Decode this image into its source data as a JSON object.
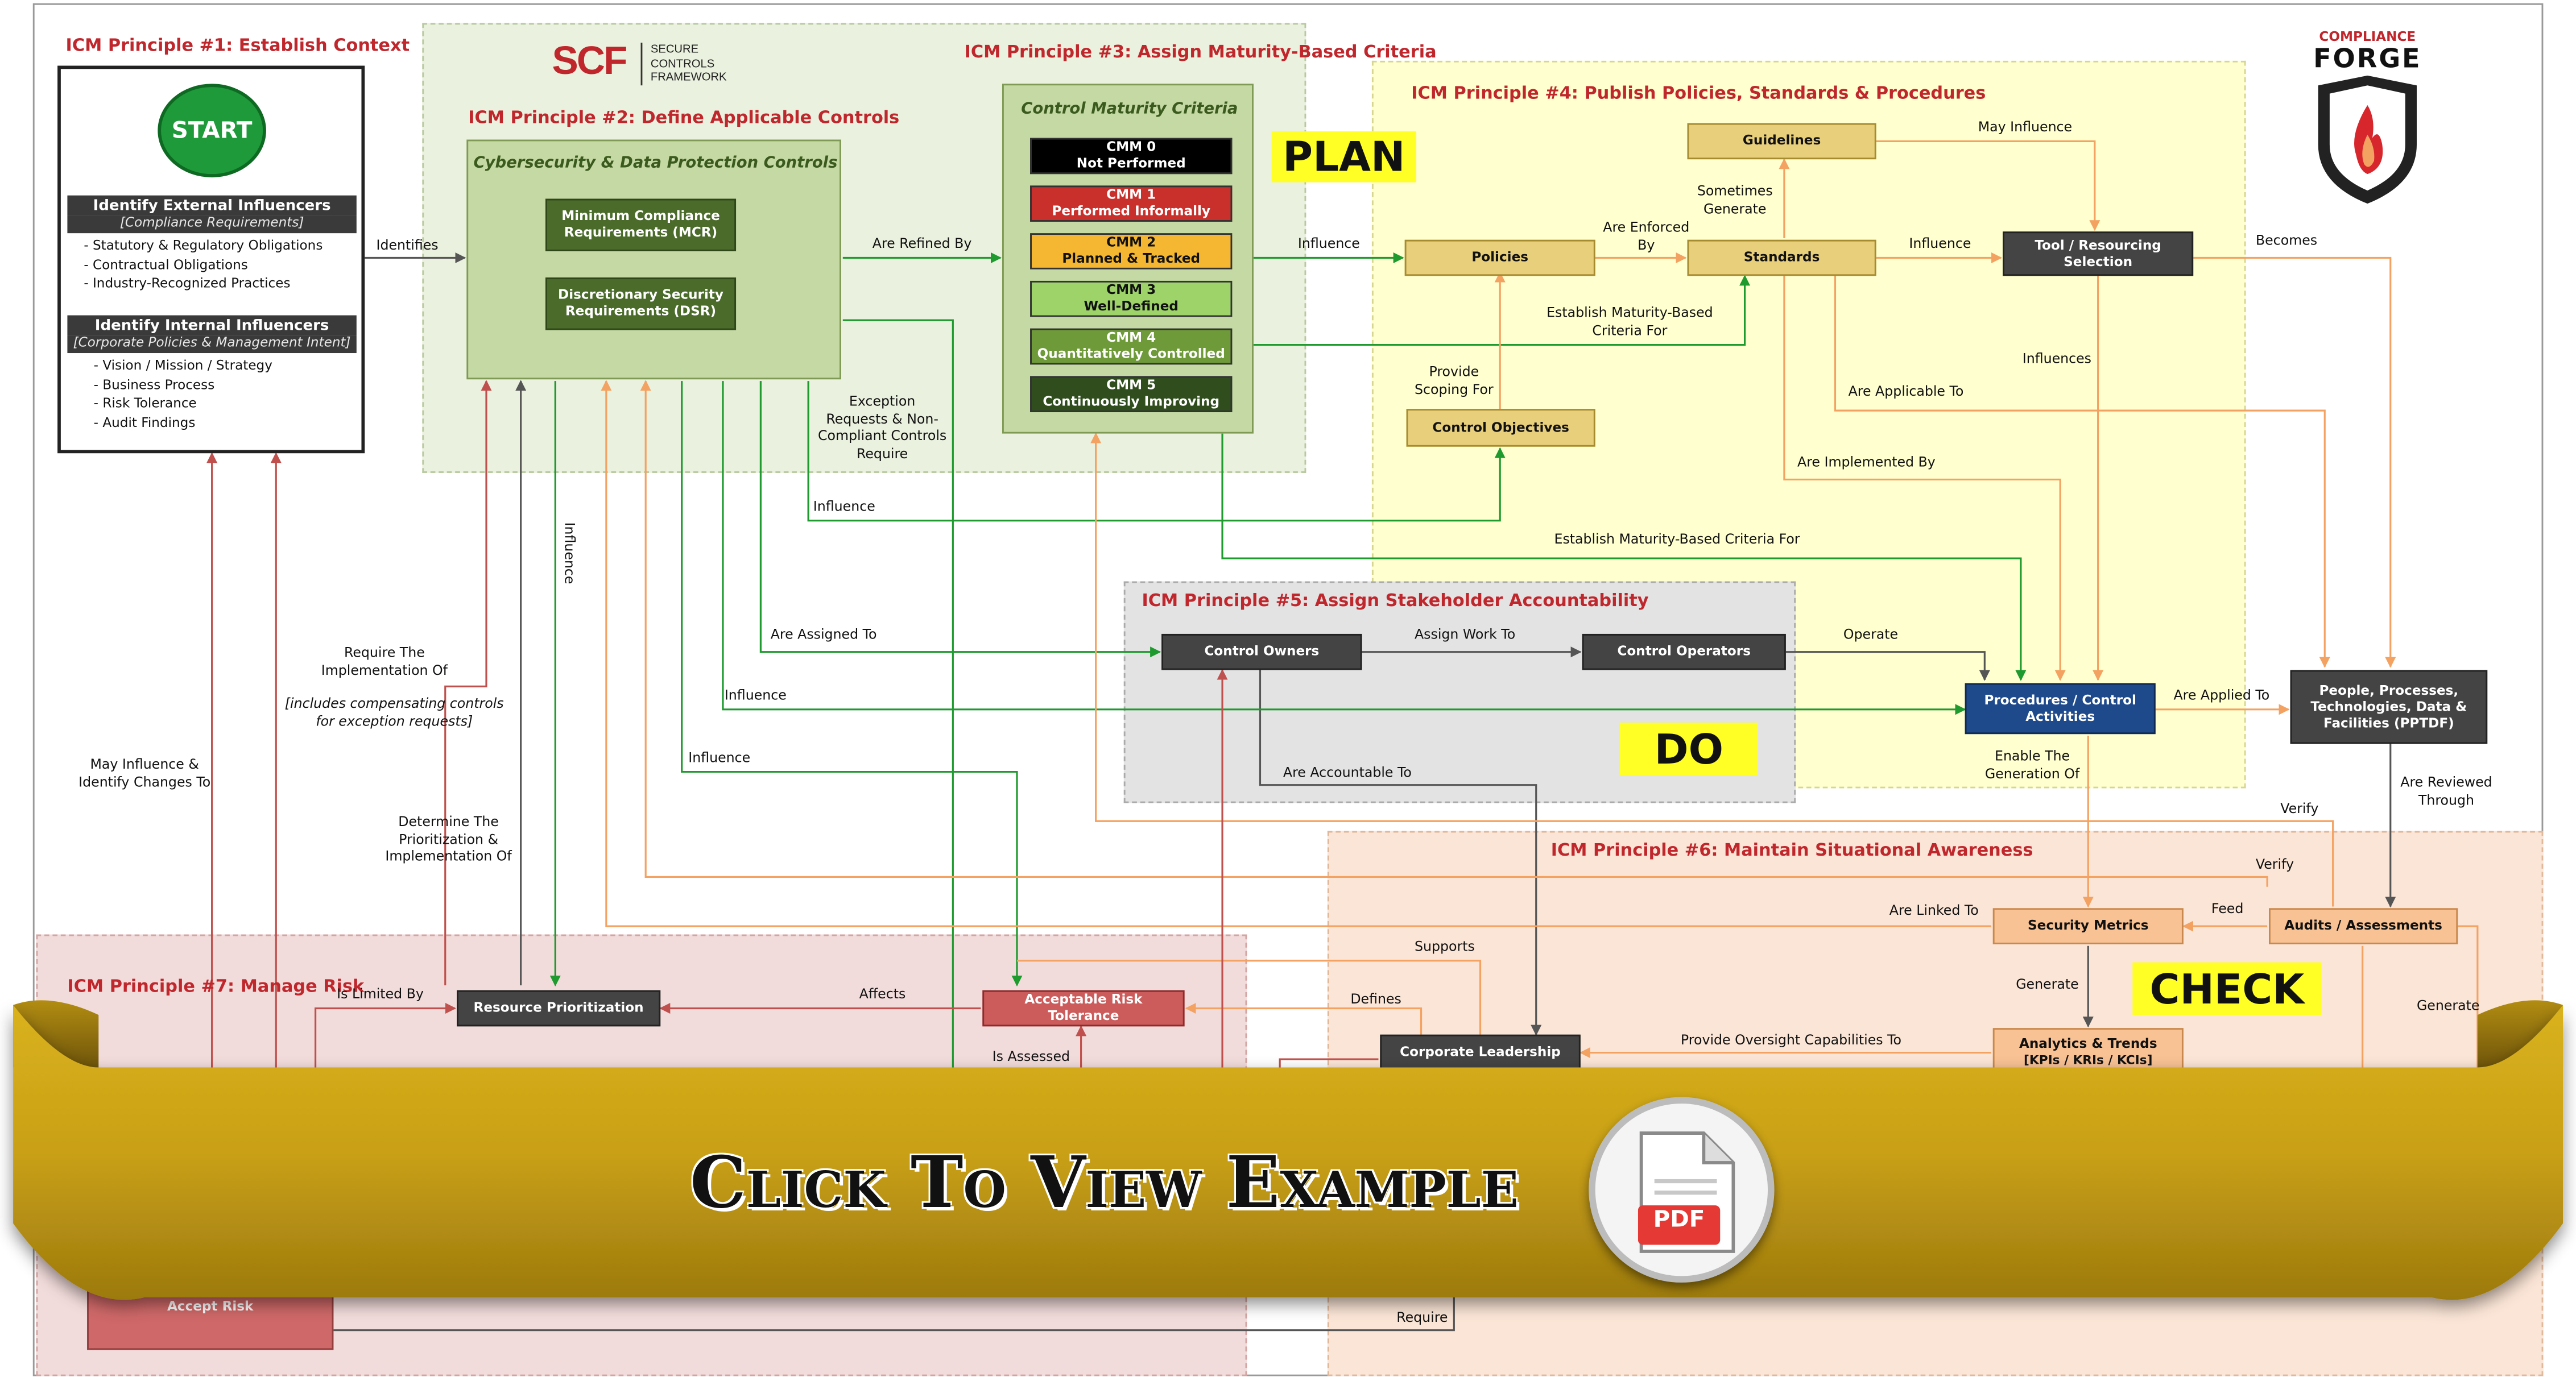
{
  "principles": {
    "p1": "ICM Principle #1: Establish Context",
    "p2": "ICM Principle #2: Define Applicable Controls",
    "p3": "ICM Principle #3: Assign Maturity-Based Criteria",
    "p4": "ICM Principle #4: Publish Policies, Standards & Procedures",
    "p5": "ICM Principle #5: Assign Stakeholder Accountability",
    "p6": "ICM Principle #6: Maintain Situational Awareness",
    "p7": "ICM Principle #7: Manage Risk"
  },
  "context_box": {
    "start": "START",
    "external_header": "Identify External Influencers",
    "external_sub": "[Compliance Requirements]",
    "external_items": [
      "- Statutory & Regulatory Obligations",
      "- Contractual Obligations",
      "- Industry-Recognized Practices"
    ],
    "internal_header": "Identify Internal Influencers",
    "internal_sub": "[Corporate Policies & Management Intent]",
    "internal_items": [
      "- Vision / Mission / Strategy",
      "- Business Process",
      "- Risk Tolerance",
      "- Audit Findings"
    ]
  },
  "scf_logo": {
    "mark": "SCF",
    "line1": "SECURE",
    "line2": "CONTROLS",
    "line3": "FRAMEWORK"
  },
  "brand_logo": {
    "line1": "COMPLIANCE",
    "line2": "FORGE"
  },
  "controls_box": {
    "title": "Cybersecurity & Data Protection Controls",
    "mcr": "Minimum Compliance Requirements (MCR)",
    "dsr": "Discretionary Security Requirements (DSR)"
  },
  "maturity_box": {
    "title": "Control Maturity Criteria",
    "levels": [
      {
        "code": "CMM 0",
        "name": "Not Performed",
        "color": "#000000",
        "text": "#ffffff"
      },
      {
        "code": "CMM 1",
        "name": "Performed Informally",
        "color": "#c9302c",
        "text": "#ffffff"
      },
      {
        "code": "CMM 2",
        "name": "Planned & Tracked",
        "color": "#f5b731",
        "text": "#111111"
      },
      {
        "code": "CMM 3",
        "name": "Well-Defined",
        "color": "#9ed36a",
        "text": "#111111"
      },
      {
        "code": "CMM 4",
        "name": "Quantitatively Controlled",
        "color": "#6f9a3a",
        "text": "#ffffff"
      },
      {
        "code": "CMM 5",
        "name": "Continuously Improving",
        "color": "#2f4d1d",
        "text": "#ffffff"
      }
    ]
  },
  "tags": {
    "plan": "PLAN",
    "do": "DO",
    "check": "CHECK"
  },
  "nodes": {
    "guidelines": "Guidelines",
    "policies": "Policies",
    "standards": "Standards",
    "tool_selection": "Tool / Resourcing Selection",
    "control_objectives": "Control Objectives",
    "control_owners": "Control Owners",
    "control_operators": "Control Operators",
    "procedures": "Procedures / Control Activities",
    "pptdf": "People, Processes, Technologies, Data & Facilities (PPTDF)",
    "security_metrics": "Security Metrics",
    "audits": "Audits / Assessments",
    "analytics": "Analytics & Trends",
    "analytics_sub": "[KPIs / KRIs / KCIs]",
    "corporate_leadership": "Corporate Leadership",
    "resource_prioritization": "Resource Prioritization",
    "acceptable_risk": "Acceptable Risk Tolerance",
    "accept_risk": "Accept Risk"
  },
  "labels": {
    "identifies": "Identifies",
    "are_refined_by": "Are Refined By",
    "influence_a": "Influence",
    "are_enforced_by": "Are Enforced By",
    "sometimes_generate": "Sometimes Generate",
    "may_influence": "May Influence",
    "influence_b": "Influence",
    "becomes": "Becomes",
    "establish_criteria_a": "Establish Maturity-Based Criteria For",
    "provide_scoping": "Provide Scoping For",
    "influences": "Influences",
    "are_applicable_to": "Are Applicable To",
    "exception_requests": "Exception Requests & Non-Compliant Controls Require",
    "influence_c": "Influence",
    "are_implemented_by": "Are Implemented By",
    "establish_criteria_b": "Establish Maturity-Based Criteria For",
    "influence_vertical": "Influence",
    "are_assigned_to": "Are Assigned To",
    "assign_work_to": "Assign Work To",
    "operate": "Operate",
    "influence_d": "Influence",
    "are_applied_to": "Are Applied To",
    "require_implementation": "Require The Implementation Of",
    "includes_compensating": "[includes compensating controls for exception requests]",
    "are_accountable_to": "Are Accountable To",
    "influence_e": "Influence",
    "enable_generation": "Enable The Generation Of",
    "are_reviewed_through": "Are Reviewed Through",
    "verify_a": "Verify",
    "verify_b": "Verify",
    "may_influence_identify": "May Influence & Identify Changes To",
    "determine_prioritization": "Determine The Prioritization & Implementation Of",
    "are_linked_to": "Are Linked To",
    "feed": "Feed",
    "generate_a": "Generate",
    "generate_b": "Generate",
    "supports": "Supports",
    "is_limited_by": "Is Limited By",
    "affects": "Affects",
    "defines": "Defines",
    "provide_oversight": "Provide Oversight Capabilities To",
    "is_assessed": "Is Assessed",
    "require": "Require"
  },
  "banner": {
    "text": "Click To View Example",
    "icon_label": "PDF"
  },
  "colors": {
    "accent_red": "#c0272d",
    "banner_gold": "#c9a017",
    "plan_yellow": "#ffff26"
  }
}
